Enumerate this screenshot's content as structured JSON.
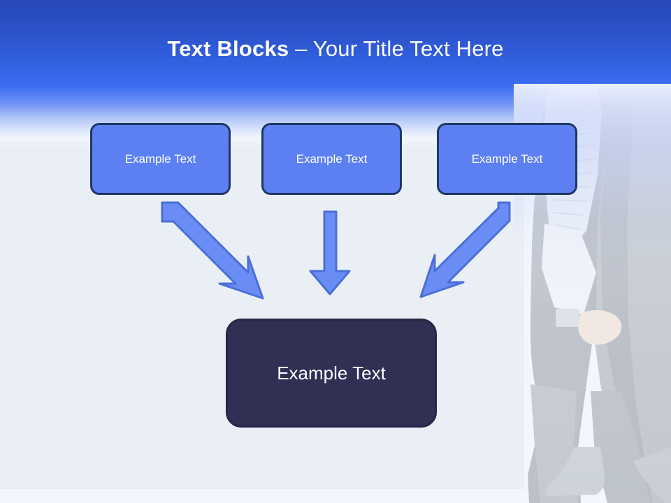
{
  "slide": {
    "title": {
      "bold_part": "Text Blocks ",
      "separator": "– ",
      "regular_part": "Your Title Text Here"
    },
    "colors": {
      "header_top": "#2749b8",
      "header_mid": "#3c6cf2",
      "panel_bg": "#eaeef5",
      "slide_bg": "#f3f6fc",
      "box_fill": "#5c80f2",
      "box_border": "#1f3864",
      "result_fill": "#322f55",
      "result_border": "#282546",
      "arrow_fill": "#6a8cf5",
      "arrow_border": "#4a6fd8",
      "title_text": "#ffffff",
      "box_text": "#ffffff"
    },
    "top_boxes": [
      {
        "label": "Example Text"
      },
      {
        "label": "Example Text"
      },
      {
        "label": "Example Text"
      }
    ],
    "arrows": [
      {
        "name": "arrow-left-diagonal",
        "direction": "down-right"
      },
      {
        "name": "arrow-middle-vertical",
        "direction": "down"
      },
      {
        "name": "arrow-right-diagonal",
        "direction": "down-left"
      }
    ],
    "result_box": {
      "label": "Example Text"
    },
    "decoration": {
      "photo_alt": "businessman-photo"
    }
  }
}
